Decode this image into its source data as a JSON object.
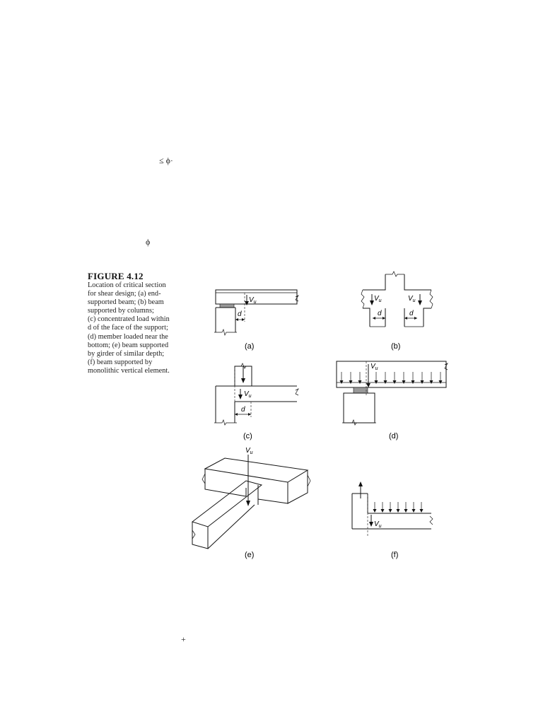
{
  "text_fragments": {
    "le_phi": "≤ ϕ·",
    "phi": "ϕ",
    "plus": "+"
  },
  "figure": {
    "number": "FIGURE 4.12",
    "caption_lines": [
      "Location of critical section",
      "for shear design; (a) end-",
      "supported beam; (b) beam",
      "supported by columns;",
      "(c) concentrated load within",
      "d of the face of the support;",
      "(d) member loaded near the",
      "bottom; (e) beam supported",
      "by girder of similar depth;",
      "(f) beam supported by",
      "monolithic vertical element."
    ],
    "panels": {
      "a": "(a)",
      "b": "(b)",
      "c": "(c)",
      "d": "(d)",
      "e": "(e)",
      "f": "(f)"
    },
    "symbols": {
      "vu": "V",
      "vu_sub": "u",
      "d": "d"
    }
  }
}
